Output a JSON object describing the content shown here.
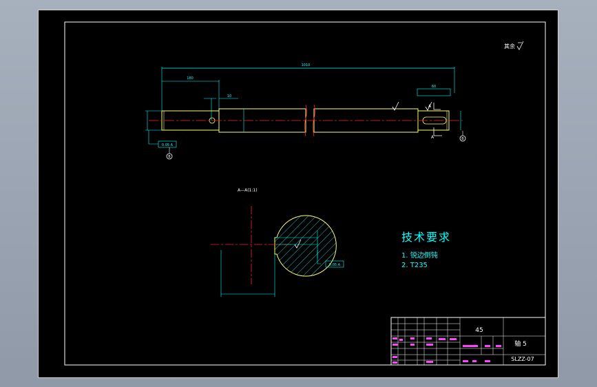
{
  "colors": {
    "background": "#000000",
    "frame": "#ffffff",
    "part_outline": "#ffff66",
    "dimension": "#00ffff",
    "centerline": "#ff2020",
    "title_block_text": "#ff44ff",
    "hatch": "#00ffff"
  },
  "drawing": {
    "roughness_note": "其余",
    "overall_length": "1010",
    "left_step_length": "180",
    "key_dim": "10",
    "right_key_length": "60",
    "section_mark": "A",
    "section_title": "A—A(1:1)",
    "section_arrow_label": "A",
    "datum_label": "B",
    "tolerance_left": "0.05 A",
    "tolerance_section": "0.05 A"
  },
  "technical_requirements": {
    "heading": "技术要求",
    "items": [
      "1. 锐边倒钝",
      "2. T235"
    ]
  },
  "title_block": {
    "material": "45",
    "part_name": "轴 5",
    "drawing_number": "SLZZ-07"
  }
}
